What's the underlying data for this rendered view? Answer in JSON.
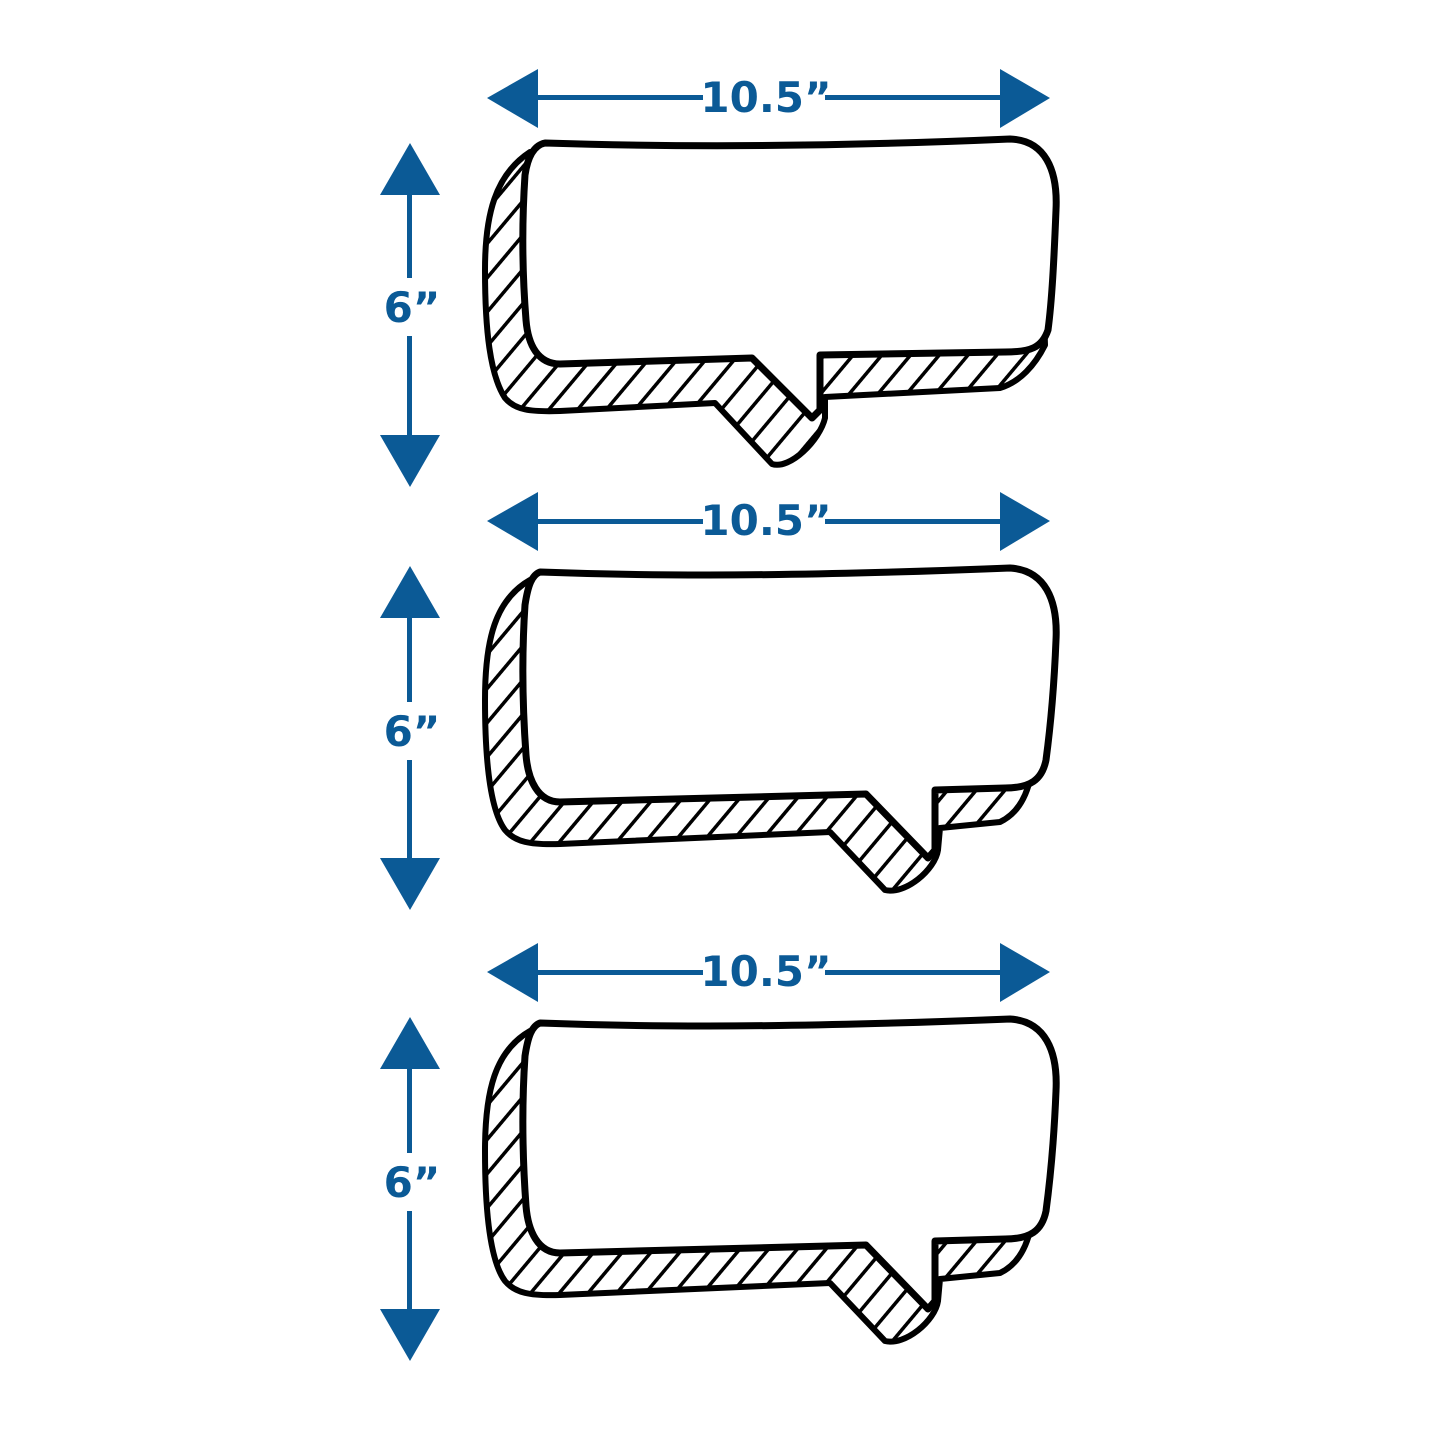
{
  "colors": {
    "dimension": "#0b5a96",
    "outline": "#000000",
    "fill": "#ffffff"
  },
  "items": [
    {
      "width_label": "10.5”",
      "height_label": "6”"
    },
    {
      "width_label": "10.5”",
      "height_label": "6”"
    },
    {
      "width_label": "10.5”",
      "height_label": "6”"
    }
  ]
}
